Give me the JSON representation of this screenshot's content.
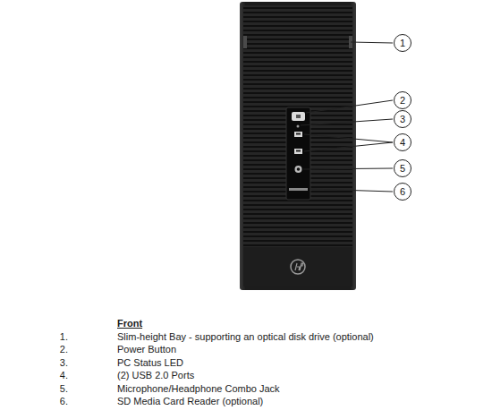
{
  "diagram": {
    "nodes": [
      {
        "text": [
          "1"
        ]
      },
      {
        "text": [
          "2"
        ]
      },
      {
        "text": [
          "3"
        ]
      },
      {
        "text": [
          "4"
        ]
      },
      {
        "text": [
          "5"
        ]
      },
      {
        "text": [
          "6"
        ]
      }
    ],
    "labels": [
      "Front",
      "1.",
      "Slim-height Bay - supporting an optical disk drive (optional)",
      "2.",
      "Power Button",
      "3.",
      "PC Status LED",
      "4.",
      "(2) USB 2.0 Ports",
      "5.",
      "Microphone/Headphone Combo Jack",
      "6.",
      "SD Media Card Reader (optional)"
    ]
  }
}
